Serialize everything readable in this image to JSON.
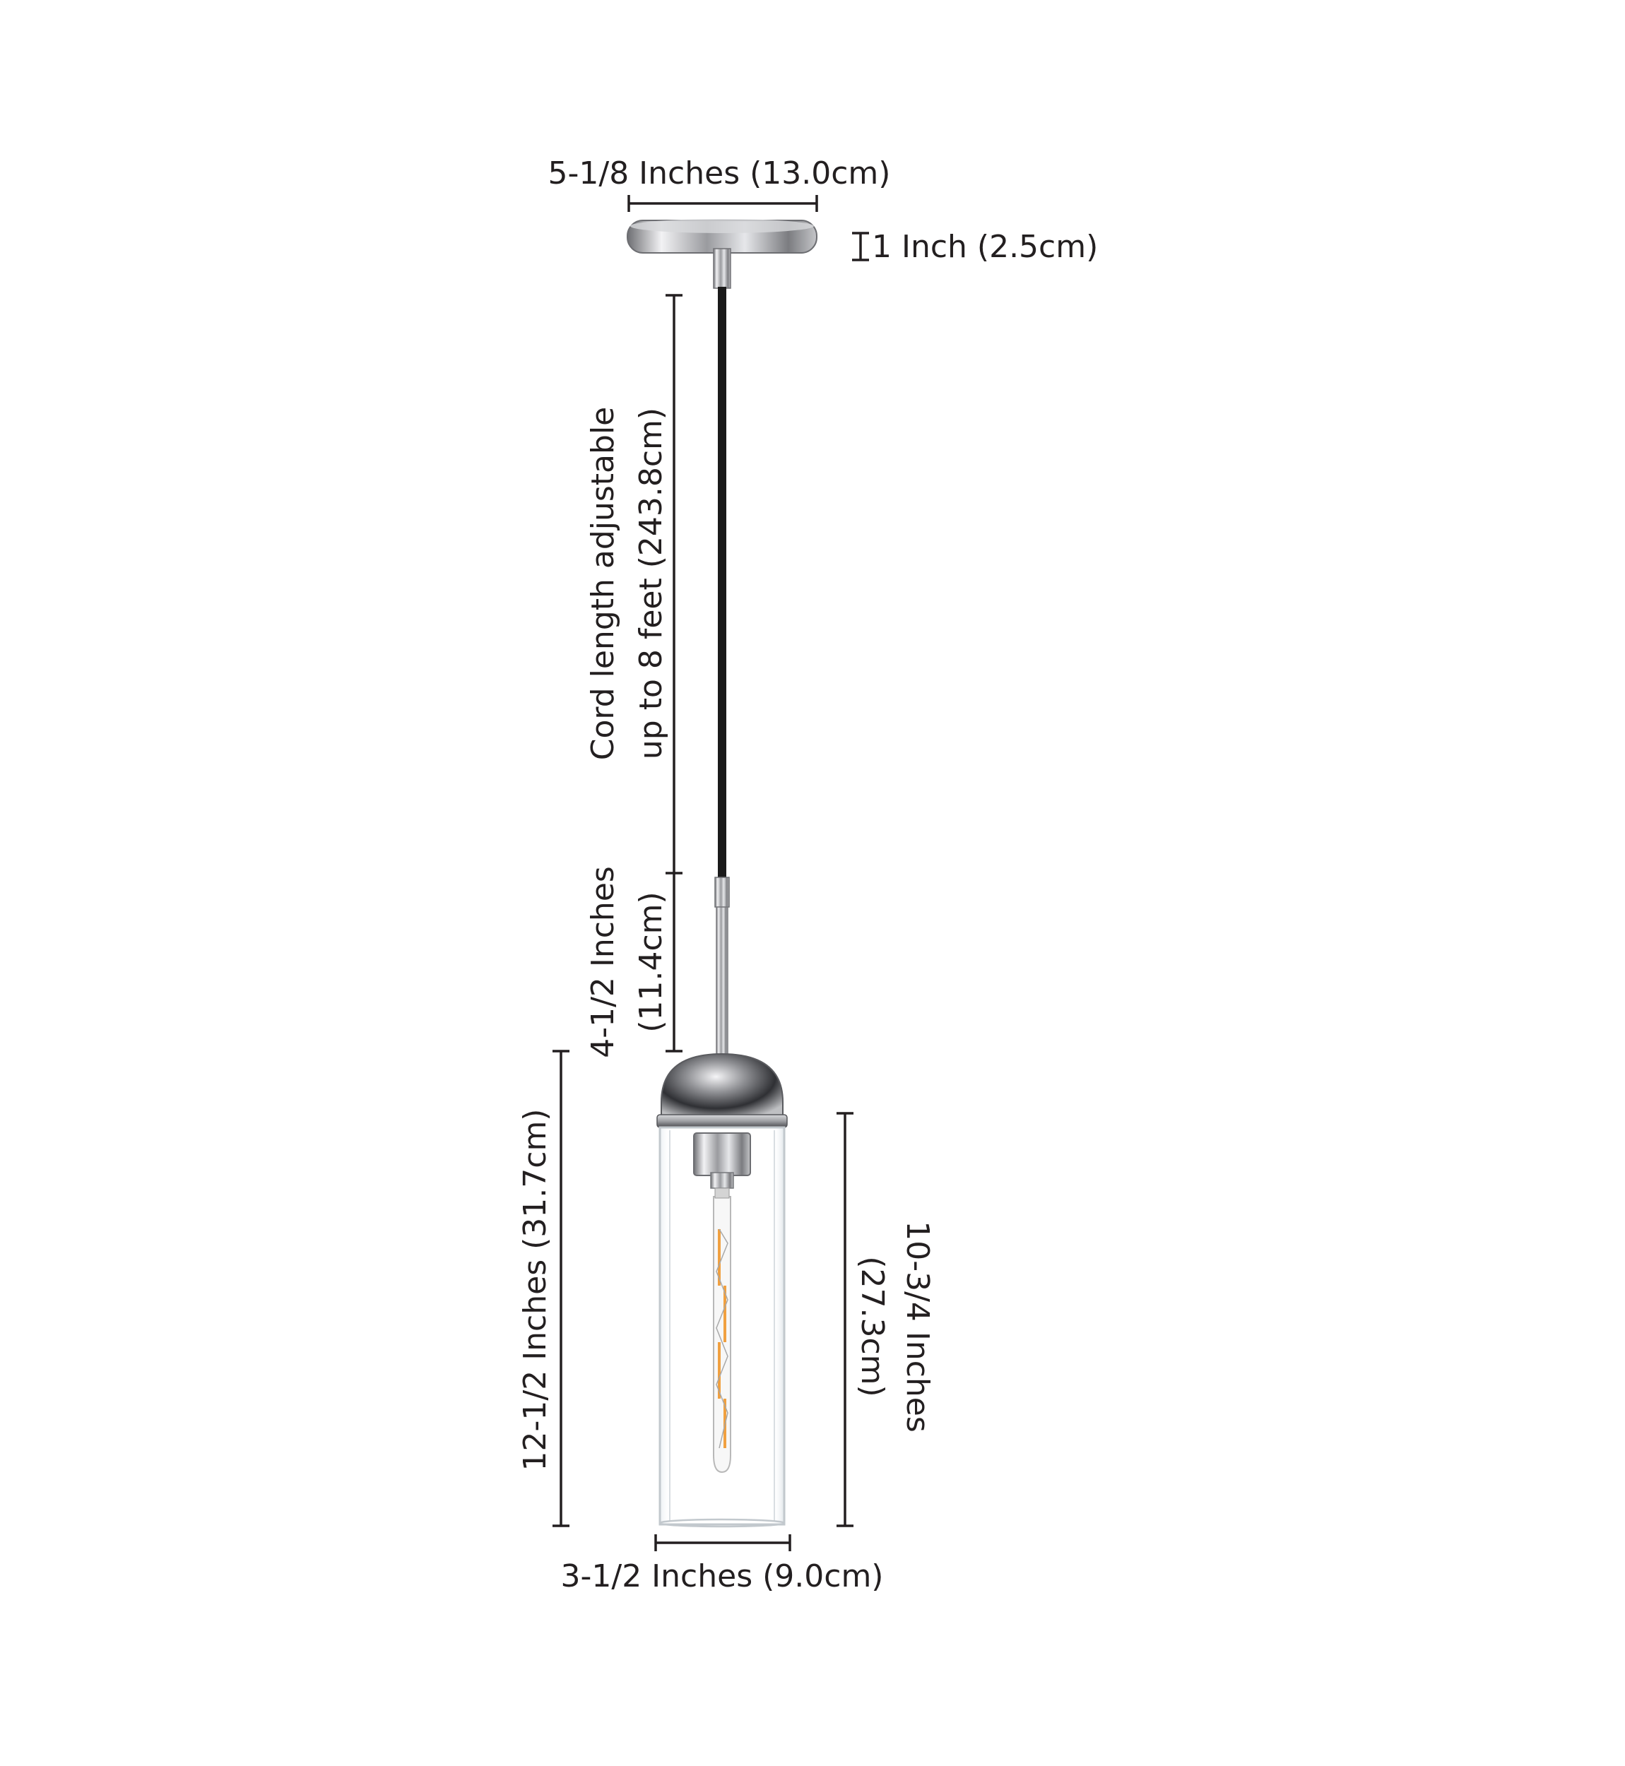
{
  "colors": {
    "text": "#231f20",
    "chrome_light": "#e8e8ea",
    "chrome_mid": "#a9aaad",
    "chrome_dark": "#3c3d40",
    "cord": "#1a1a1a",
    "glass_edge": "#c9ced2",
    "filament": "#f0a040"
  },
  "dimensions": {
    "canopy_width": "5-1/8 Inches (13.0cm)",
    "canopy_height": "1 Inch (2.5cm)",
    "cord_length_line1": "Cord length adjustable",
    "cord_length_line2": "up to 8 feet (243.8cm)",
    "stem_length_line1": "4-1/2 Inches",
    "stem_length_line2": "(11.4cm)",
    "overall_height": "12-1/2 Inches (31.7cm)",
    "shade_height_line1": "10-3/4 Inches",
    "shade_height_line2": "(27.3cm)",
    "shade_width": "3-1/2 Inches (9.0cm)"
  }
}
